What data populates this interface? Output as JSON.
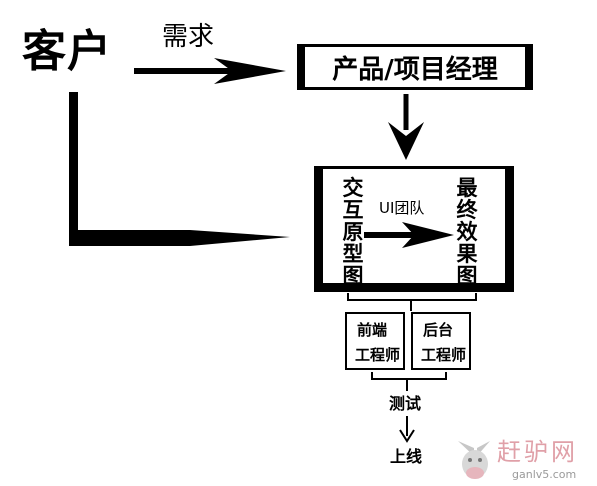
{
  "nodes": {
    "client": "客户",
    "pm": "产品/项目经理",
    "prototype": "交互原型图",
    "final_design": "最终效果图",
    "frontend": {
      "line1": "前端",
      "line2": "工程师"
    },
    "backend": {
      "line1": "后台",
      "line2": "工程师"
    },
    "launch": "上线"
  },
  "edges": {
    "client_to_pm": "需求",
    "prototype_to_final": "UI团队",
    "dev_to_launch": "测试"
  },
  "watermark": {
    "icon": "donkey-logo-icon",
    "text": "赶驴网",
    "url": "ganlv5.com",
    "colors": {
      "text": "#e0a0a8",
      "url": "#9a9a9a"
    }
  }
}
